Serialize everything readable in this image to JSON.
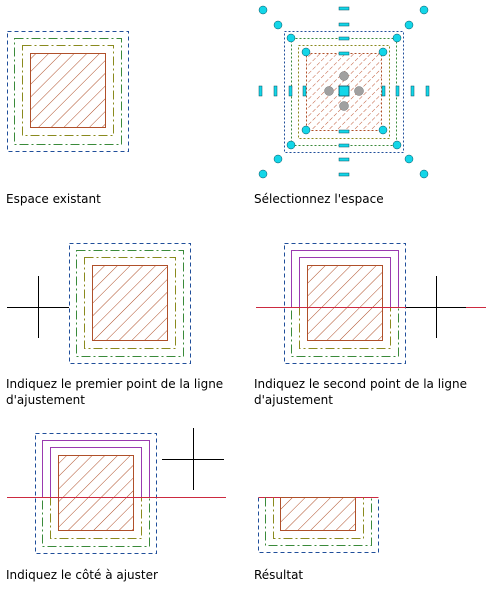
{
  "colors": {
    "outer": "#1f4e9a",
    "green": "#3a8a3a",
    "olive": "#8a8a1e",
    "hatch": "#b0502a",
    "purple": "#9a3ab0",
    "cut": "#cc2a40",
    "grip_cyan": "#13d6e8",
    "grip_gray": "#a0a0a0",
    "crosshair": "#000000"
  },
  "captions": [
    "Espace existant",
    "Sélectionnez l'espace",
    "Indiquez le premier point de la ligne d'ajustement",
    "Indiquez le second point de la ligne d'ajustement",
    "Indiquez le côté à ajuster",
    "Résultat"
  ]
}
